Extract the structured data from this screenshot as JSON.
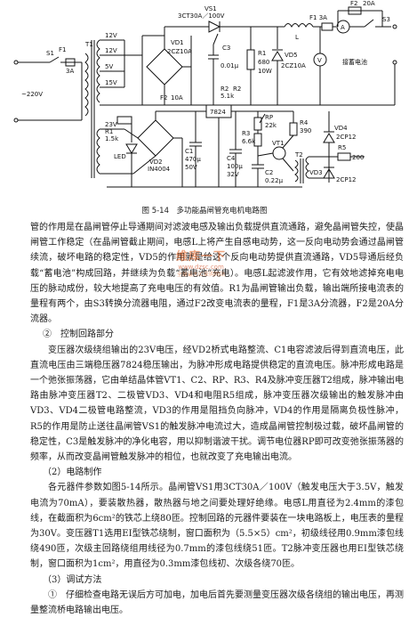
{
  "schematic": {
    "labels": {
      "s1": "S1",
      "f1": "F1",
      "fuse1": "3A",
      "t1": "T1",
      "ac": "~220V",
      "v12a": "12V",
      "v12b": "12V",
      "v5": "5V",
      "v15": "15V",
      "v23": "23V",
      "vd1": "VD1",
      "vd1p": "2CZ10A",
      "f2_10": "F2",
      "f2_10v": "10A",
      "r1ohm": "1.5k",
      "r1": "R1",
      "led": "LED",
      "vd2": "VD2",
      "vd2p": "IN4004",
      "c1": "C1",
      "c1v": "470μ",
      "c1vv": "50V",
      "c4": "C4",
      "c4v": "100μ",
      "c4vv": "32V",
      "reg": "7824",
      "vs1": "VS1",
      "vs1p": "3CT30A／100V",
      "c3": "C3",
      "c3v": "0.01μ",
      "r1b": "R1",
      "r1bv": "680",
      "r1bw": "10W",
      "vd5": "VD5",
      "vd5p": "2CZ10A",
      "l": "L",
      "f1b": "F1 3A",
      "f2": "F2",
      "f2v": "20A",
      "s3": "S3",
      "ammeter": "A",
      "voltmeter": "V",
      "battery": "接蓄电池",
      "rp": "RP",
      "rpv": "22k",
      "r3": "R3",
      "r3v": "6.6k",
      "r4": "R4",
      "r4v": "390",
      "vt1": "VT1",
      "c2": "C2",
      "c2v": "0.22μ",
      "t2": "T2",
      "vd3": "VD3",
      "vd4": "VD4",
      "r5": "R5",
      "r5v": "200",
      "vd4p": "2CP12",
      "vd3p": "2CP12",
      "r2": "R2",
      "r2v": "5.1k",
      "r2p": "R2"
    }
  },
  "caption": "图 5-14　多功能晶闸管充电机电路图",
  "watermark": {
    "title": "维库一下",
    "url": "www.dzsc.com",
    "sub": "全球最大IC采购网站"
  },
  "paragraphs": [
    {
      "type": "para",
      "indent": false,
      "text": "管的作用是在晶闸管停止导通期间对滤波电感及输出负载提供直流通路，避免晶闸管失控，使晶闸管工作稳定（在晶闸管截止期间，电感L上将产生自感电动势，这一反向电动势会通过晶闸管续流，破坏电路的稳定性，VD5的作用就是给这个反向电动势提供直流通路，VD5导通后经负载“蓄电池”构成回路，并继续为负载“蓄电池”充电）。电感L起滤波作用，它有效地滤掉充电电压的脉动成份，较大地提高了充电电压的有效值。R1为晶闸管输出负载，输出端所接电流表的量程有两个，由S3转换分流器电阻，通过F2改变电流表的量程，F1是3A分流器，F2是20A分流器。"
    },
    {
      "type": "heading",
      "text": "②　控制回路部分"
    },
    {
      "type": "para",
      "indent": true,
      "text": "变压器次级绕组输出的23V电压，经VD2桥式电路整流、C1电容滤波后得到直流电压，此直流电压由三端稳压器7824稳压输出，为脉冲形成电路提供稳定的直流电压。脉冲形成电路是一个弛张振荡器，它由单结晶体管VT1、C2、RP、R3、R4及脉冲变压器T2组成，脉冲输出电路由脉冲变压器T2、二极管VD3、VD4和电阻R5组成，脉冲变压器次级输出的触发脉冲由VD3、VD4二极管电路整流，VD3的作用是阻挡负向脉冲，VD4的作用是隔离负极性脉冲，R5的作用是防止送往晶闸管VS1的触发脉冲电流过大，造成晶闸管控制极过载，破坏晶闸管的稳定性，C3是触发脉冲的净化电容，用以抑制谐波干扰。调节电位器RP即可改变弛张振荡器的频率，从而改变晶闸管触发脉冲的相位，也就改变了充电输出电流。"
    },
    {
      "type": "heading",
      "text": "（2）电路制作"
    },
    {
      "type": "para",
      "indent": true,
      "text": "各元器件参数如图5-14所示。晶闸管VS1用3CT30A／100V（触发电压大于3.5V，触发电流为70mA），要装散热器，散热器与地之间要处理好绝缘。电感L用直径为2.4mm的漆包线，在截面积为6cm²的铁芯上绕80匝。控制回路的元器件要装在一块电路板上，电压表的量程为30V。变压器T1选用EI型铁芯绕制，窗口面积为（5.5×5）cm²，初级线径用0.9mm漆包线绕490匝，次级主回路绕组用线径为0.7mm的漆包线绕51匝。T2脉冲变压器也用EI型铁芯绕制，窗口面积为1cm²，用直径为0.3mm漆包线初、次级各绕70匝。"
    },
    {
      "type": "heading",
      "text": "（3）调试方法"
    },
    {
      "type": "para",
      "indent": true,
      "text": "①　仔细检查电路无误后方可加电，加电后首先要测量变压器次级各绕组的输出电压，再测量整流桥电路输出电压。"
    }
  ]
}
